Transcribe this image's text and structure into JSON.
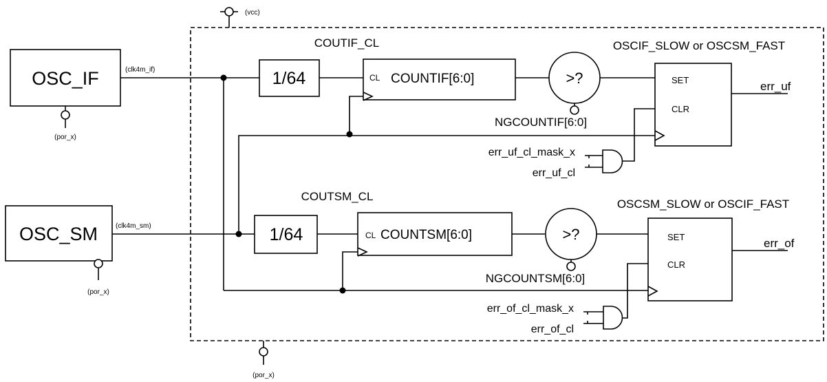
{
  "osc_if": {
    "label": "OSC_IF",
    "clk": "(clk4m_if)",
    "por": "(por_x)"
  },
  "osc_sm": {
    "label": "OSC_SM",
    "clk": "(clk4m_sm)",
    "por": "(por_x)"
  },
  "vcc": "(vcc)",
  "por_bottom": "(por_x)",
  "top_path": {
    "divider": "1/64",
    "counter_title": "COUTIF_CL",
    "counter_cl": "CL",
    "counter_label": "COUNTIF[6:0]",
    "comparator": ">?",
    "ng_label": "NGCOUNTIF[6:0]",
    "ff_title": "OSCIF_SLOW or OSCSM_FAST",
    "ff_set": "SET",
    "ff_clr": "CLR",
    "output": "err_uf",
    "mask_in": "err_uf_cl_mask_x",
    "cl_in": "err_uf_cl"
  },
  "bottom_path": {
    "divider": "1/64",
    "counter_title": "COUTSM_CL",
    "counter_cl": "CL",
    "counter_label": "COUNTSM[6:0]",
    "comparator": ">?",
    "ng_label": "NGCOUNTSM[6:0]",
    "ff_title": "OSCSM_SLOW or OSCIF_FAST",
    "ff_set": "SET",
    "ff_clr": "CLR",
    "output": "err_of",
    "mask_in": "err_of_cl_mask_x",
    "cl_in": "err_of_cl"
  }
}
